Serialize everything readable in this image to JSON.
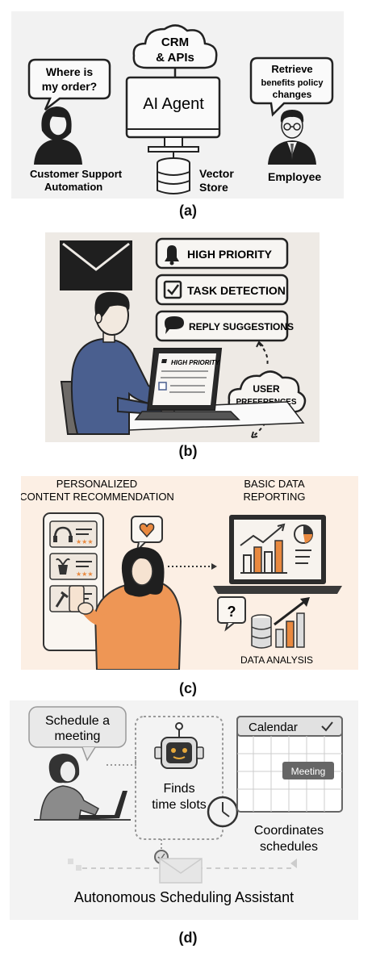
{
  "panel_a": {
    "caption": "(a)",
    "cloud": [
      "CRM",
      "& APIs"
    ],
    "monitor": "AI Agent",
    "left_bubble": [
      "Where is",
      "my order?"
    ],
    "right_bubble": [
      "Retrieve",
      "benefits policy",
      "changes"
    ],
    "left_label": [
      "Customer Support",
      "Automation"
    ],
    "db_label": [
      "Vector",
      "Store"
    ],
    "right_label": "Employee"
  },
  "panel_b": {
    "caption": "(b)",
    "tag1": "HIGH PRIORITY",
    "tag2": "TASK DETECTION",
    "tag3": "REPLY SUGGESTIONS",
    "screen_label": "HIGH PRIORITY",
    "cloud": [
      "USER",
      "PREFERENCES"
    ]
  },
  "panel_c": {
    "caption": "(c)",
    "left_title": [
      "PERSONALIZED",
      "CONTENT RECOMMENDATION"
    ],
    "right_title": [
      "BASIC DATA",
      "REPORTING"
    ],
    "rating": "★★★",
    "bottom_label": "DATA ANALYSIS",
    "question": "?"
  },
  "panel_d": {
    "caption": "(d)",
    "bubble": [
      "Schedule a",
      "meeting"
    ],
    "robot_label": [
      "Finds",
      "time slots"
    ],
    "calendar_title": "Calendar",
    "meeting": "Meeting",
    "coord_label": [
      "Coordinates",
      "schedules"
    ],
    "title": "Autonomous Scheduling Assistant"
  },
  "colors": {
    "panel_a_bg": "#f2f2f2",
    "panel_b_bg": "#eeeae5",
    "panel_c_bg": "#fcefe4",
    "panel_d_bg": "#f3f3f3",
    "shirt_blue": "#4a5f8f",
    "shirt_orange": "#ee9655",
    "accent_orange": "#e9893f"
  }
}
